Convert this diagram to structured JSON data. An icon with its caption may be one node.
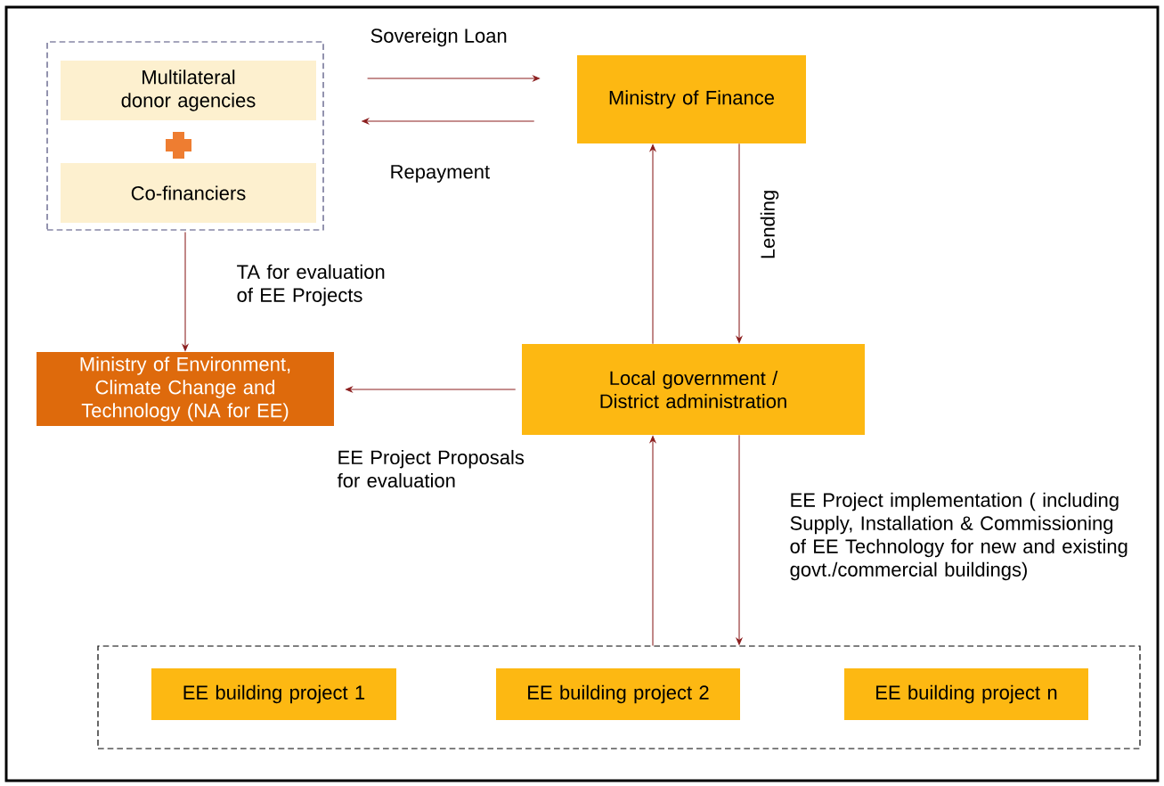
{
  "diagram": {
    "nodes": [
      {
        "text": [],
        "shape": "box"
      },
      {
        "text": [
          "Multilateral donor agencies"
        ],
        "in": 0
      },
      {
        "text": [
          "Co-financiers"
        ],
        "in": 0
      },
      {
        "text": [
          "Ministry of Finance"
        ]
      },
      {
        "text": [
          "Ministry of Environment, Climate Change and Technology (NA for EE)"
        ]
      },
      {
        "text": [
          "Local government / District administration"
        ]
      },
      {
        "text": [],
        "shape": "box"
      },
      {
        "text": [
          "EE building project 1"
        ],
        "in": 6
      },
      {
        "text": [
          "EE building project 2"
        ],
        "in": 6
      },
      {
        "text": [
          "EE building project n"
        ],
        "in": 6
      }
    ],
    "edges": [
      {
        "from": 0,
        "to": 3,
        "arrow": "to",
        "label": "Sovereign Loan"
      },
      {
        "from": 3,
        "to": 0,
        "arrow": "to",
        "label": "Repayment"
      },
      {
        "from": 0,
        "to": 4,
        "arrow": "to",
        "label": "TA for evaluation of EE Projects"
      },
      {
        "from": 5,
        "to": 3,
        "arrow": "to"
      },
      {
        "from": 3,
        "to": 5,
        "arrow": "to",
        "label": "Lending"
      },
      {
        "from": 5,
        "to": 4,
        "arrow": "to",
        "label": "EE Project Proposals for evaluation"
      },
      {
        "from": 6,
        "to": 5,
        "arrow": "to"
      },
      {
        "from": 5,
        "to": 6,
        "arrow": "to",
        "label": "EE Project implementation ( including Supply, Installation & Commissioning of EE Technology for new and existing govt./commercial buildings)"
      }
    ]
  }
}
